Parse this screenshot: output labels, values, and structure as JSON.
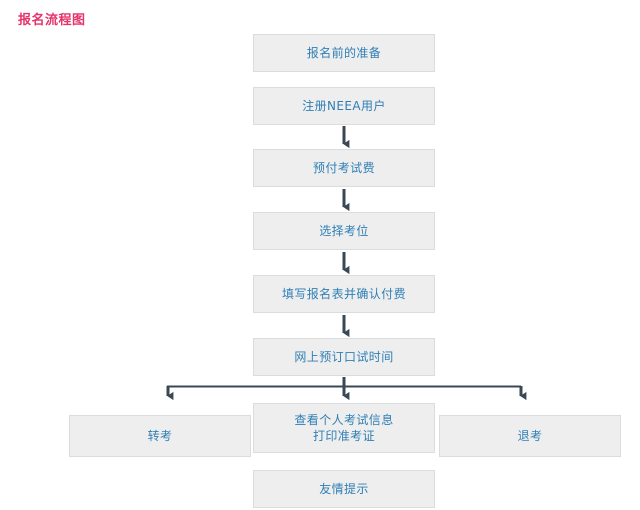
{
  "page": {
    "title": "报名流程图",
    "title_color": "#e5336b",
    "background": "#ffffff"
  },
  "diagram": {
    "type": "flowchart",
    "orientation": "top-to-bottom",
    "node_fill": "#eeeeee",
    "node_border": "#dcdcdc",
    "node_text_color": "#2f7fb5",
    "connector_color": "#3a4754",
    "nodes": [
      {
        "id": "step1",
        "label": "报名前的准备",
        "row": 1,
        "column": "center"
      },
      {
        "id": "step2",
        "label": "注册NEEA用户",
        "row": 2,
        "column": "center"
      },
      {
        "id": "step3",
        "label": "预付考试费",
        "row": 3,
        "column": "center"
      },
      {
        "id": "step4",
        "label": "选择考位",
        "row": 4,
        "column": "center"
      },
      {
        "id": "step5",
        "label": "填写报名表并确认付费",
        "row": 5,
        "column": "center"
      },
      {
        "id": "step6",
        "label": "网上预订口试时间",
        "row": 6,
        "column": "center"
      },
      {
        "id": "step7",
        "label": "查看个人考试信息\n打印准考证",
        "row": 7,
        "column": "center"
      },
      {
        "id": "step8",
        "label": "转考",
        "row": 7,
        "column": "left"
      },
      {
        "id": "step9",
        "label": "退考",
        "row": 7,
        "column": "right"
      },
      {
        "id": "step10",
        "label": "友情提示",
        "row": 8,
        "column": "center"
      }
    ],
    "connectors": [
      {
        "from": "step2",
        "to": "step3",
        "kind": "arrow-down"
      },
      {
        "from": "step3",
        "to": "step4",
        "kind": "arrow-down"
      },
      {
        "from": "step4",
        "to": "step5",
        "kind": "arrow-down"
      },
      {
        "from": "step5",
        "to": "step6",
        "kind": "arrow-down"
      },
      {
        "from": "step6",
        "to": "step8",
        "kind": "branch-arrow-down-left"
      },
      {
        "from": "step6",
        "to": "step7",
        "kind": "branch-arrow-down-center"
      },
      {
        "from": "step6",
        "to": "step9",
        "kind": "branch-arrow-down-right"
      }
    ]
  }
}
